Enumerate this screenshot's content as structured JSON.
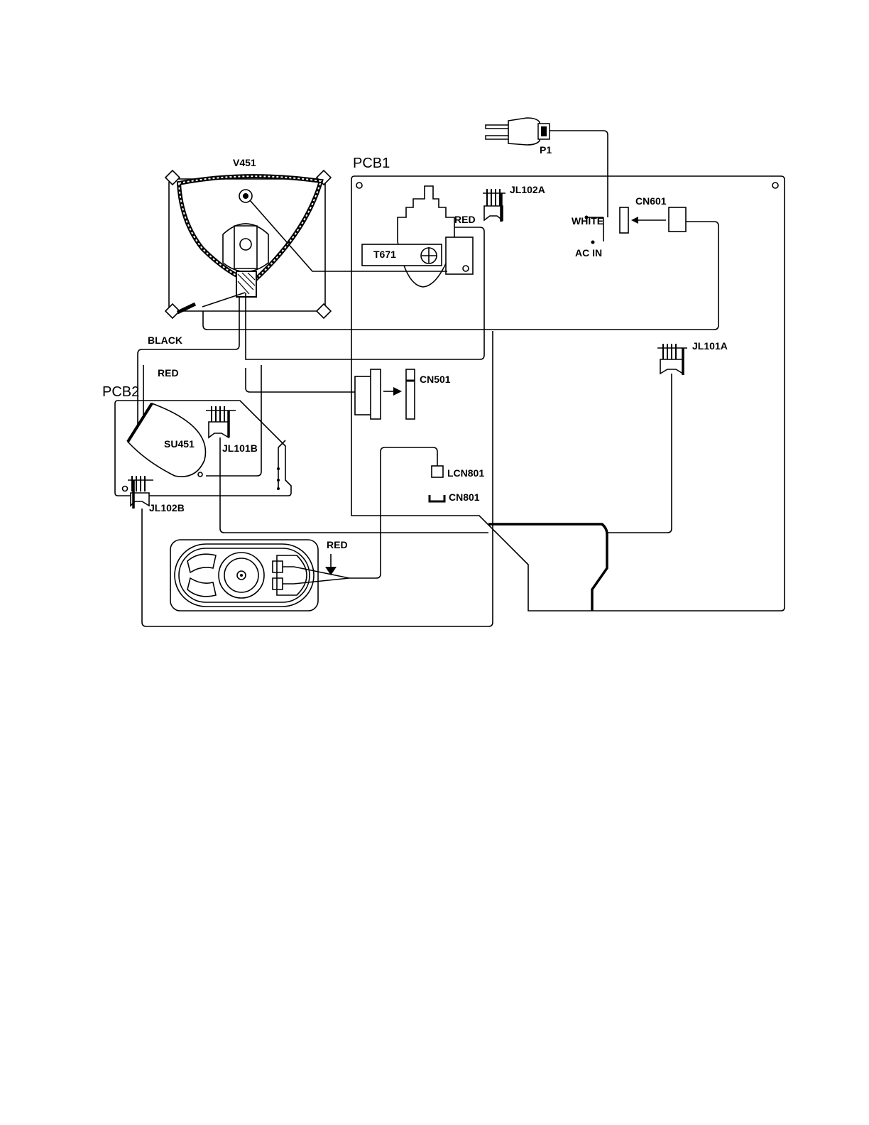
{
  "labels": {
    "v451": "V451",
    "pcb1": "PCB1",
    "pcb2": "PCB2",
    "p1": "P1",
    "jl102a": "JL102A",
    "cn601": "CN601",
    "white": "WHITE",
    "ac_in": "AC IN",
    "red_t671": "RED",
    "t671": "T671",
    "black": "BLACK",
    "red_pcb2": "RED",
    "jl101a": "JL101A",
    "cn501": "CN501",
    "su451": "SU451",
    "jl101b": "JL101B",
    "lcn801": "LCN801",
    "cn801": "CN801",
    "jl102b": "JL102B",
    "red_speaker": "RED"
  }
}
